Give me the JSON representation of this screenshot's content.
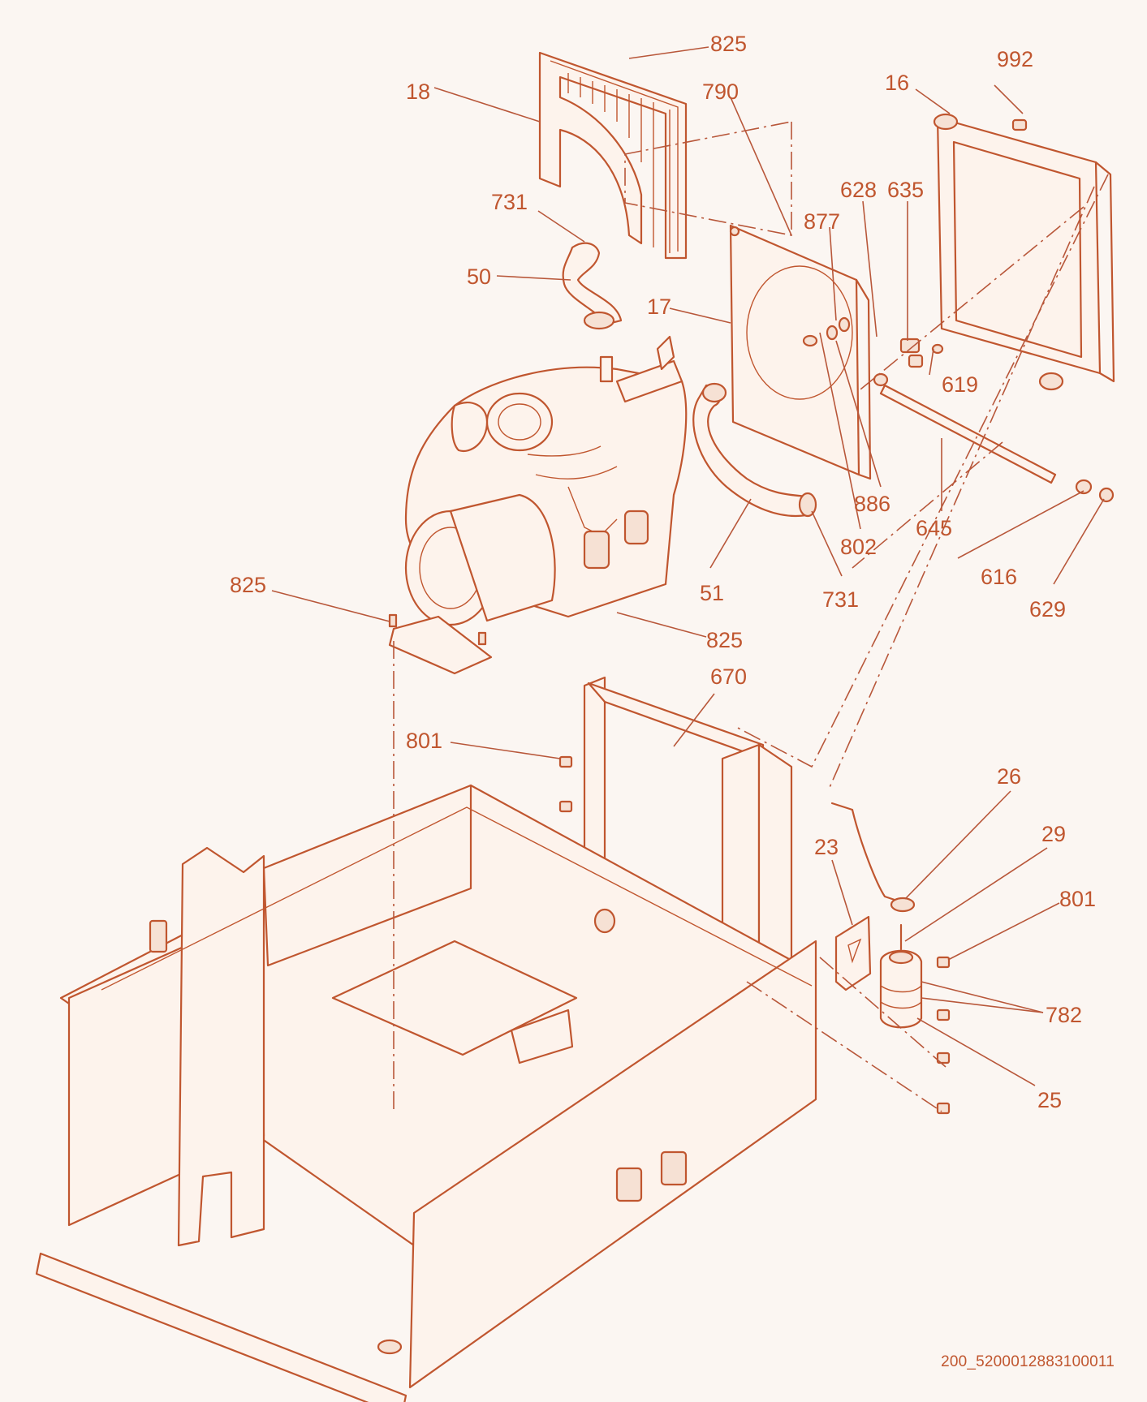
{
  "labels": [
    {
      "key": "p825a",
      "text": "825"
    },
    {
      "key": "p790",
      "text": "790"
    },
    {
      "key": "p18",
      "text": "18"
    },
    {
      "key": "p992",
      "text": "992"
    },
    {
      "key": "p16",
      "text": "16"
    },
    {
      "key": "p628",
      "text": "628"
    },
    {
      "key": "p635",
      "text": "635"
    },
    {
      "key": "p877",
      "text": "877"
    },
    {
      "key": "p731a",
      "text": "731"
    },
    {
      "key": "p50",
      "text": "50"
    },
    {
      "key": "p17",
      "text": "17"
    },
    {
      "key": "p619",
      "text": "619"
    },
    {
      "key": "p886",
      "text": "886"
    },
    {
      "key": "p645",
      "text": "645"
    },
    {
      "key": "p802",
      "text": "802"
    },
    {
      "key": "p616",
      "text": "616"
    },
    {
      "key": "p629",
      "text": "629"
    },
    {
      "key": "p51",
      "text": "51"
    },
    {
      "key": "p731b",
      "text": "731"
    },
    {
      "key": "p825b",
      "text": "825"
    },
    {
      "key": "p825c",
      "text": "825"
    },
    {
      "key": "p670",
      "text": "670"
    },
    {
      "key": "p801a",
      "text": "801"
    },
    {
      "key": "p26",
      "text": "26"
    },
    {
      "key": "p29",
      "text": "29"
    },
    {
      "key": "p23",
      "text": "23"
    },
    {
      "key": "p801b",
      "text": "801"
    },
    {
      "key": "p782",
      "text": "782"
    },
    {
      "key": "p25",
      "text": "25"
    }
  ],
  "document_id": "200_5200012883100011",
  "colors": {
    "line": "#c0562f",
    "background": "#fbf6f2"
  }
}
